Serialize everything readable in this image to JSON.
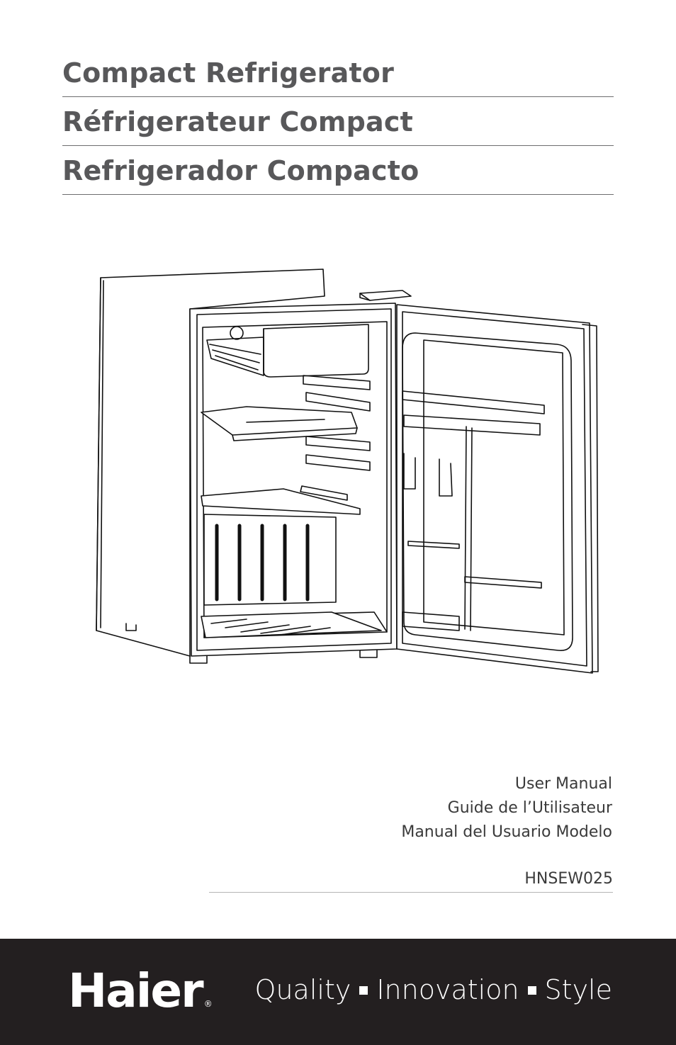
{
  "titles": {
    "english": "Compact Refrigerator",
    "french": "Réfrigerateur Compact",
    "spanish": "Refrigerador Compacto"
  },
  "manual": {
    "line1": "User Manual",
    "line2": "Guide de l’Utilisateur",
    "line3": "Manual del Usuario Modelo"
  },
  "model": "HNSEW025",
  "footer": {
    "logo": "Haier",
    "registered": "®",
    "tagline": [
      "Quality",
      "Innovation",
      "Style"
    ],
    "background_color": "#231f20"
  },
  "colors": {
    "title_text": "#58585a",
    "body_text": "#3a3a3a"
  }
}
